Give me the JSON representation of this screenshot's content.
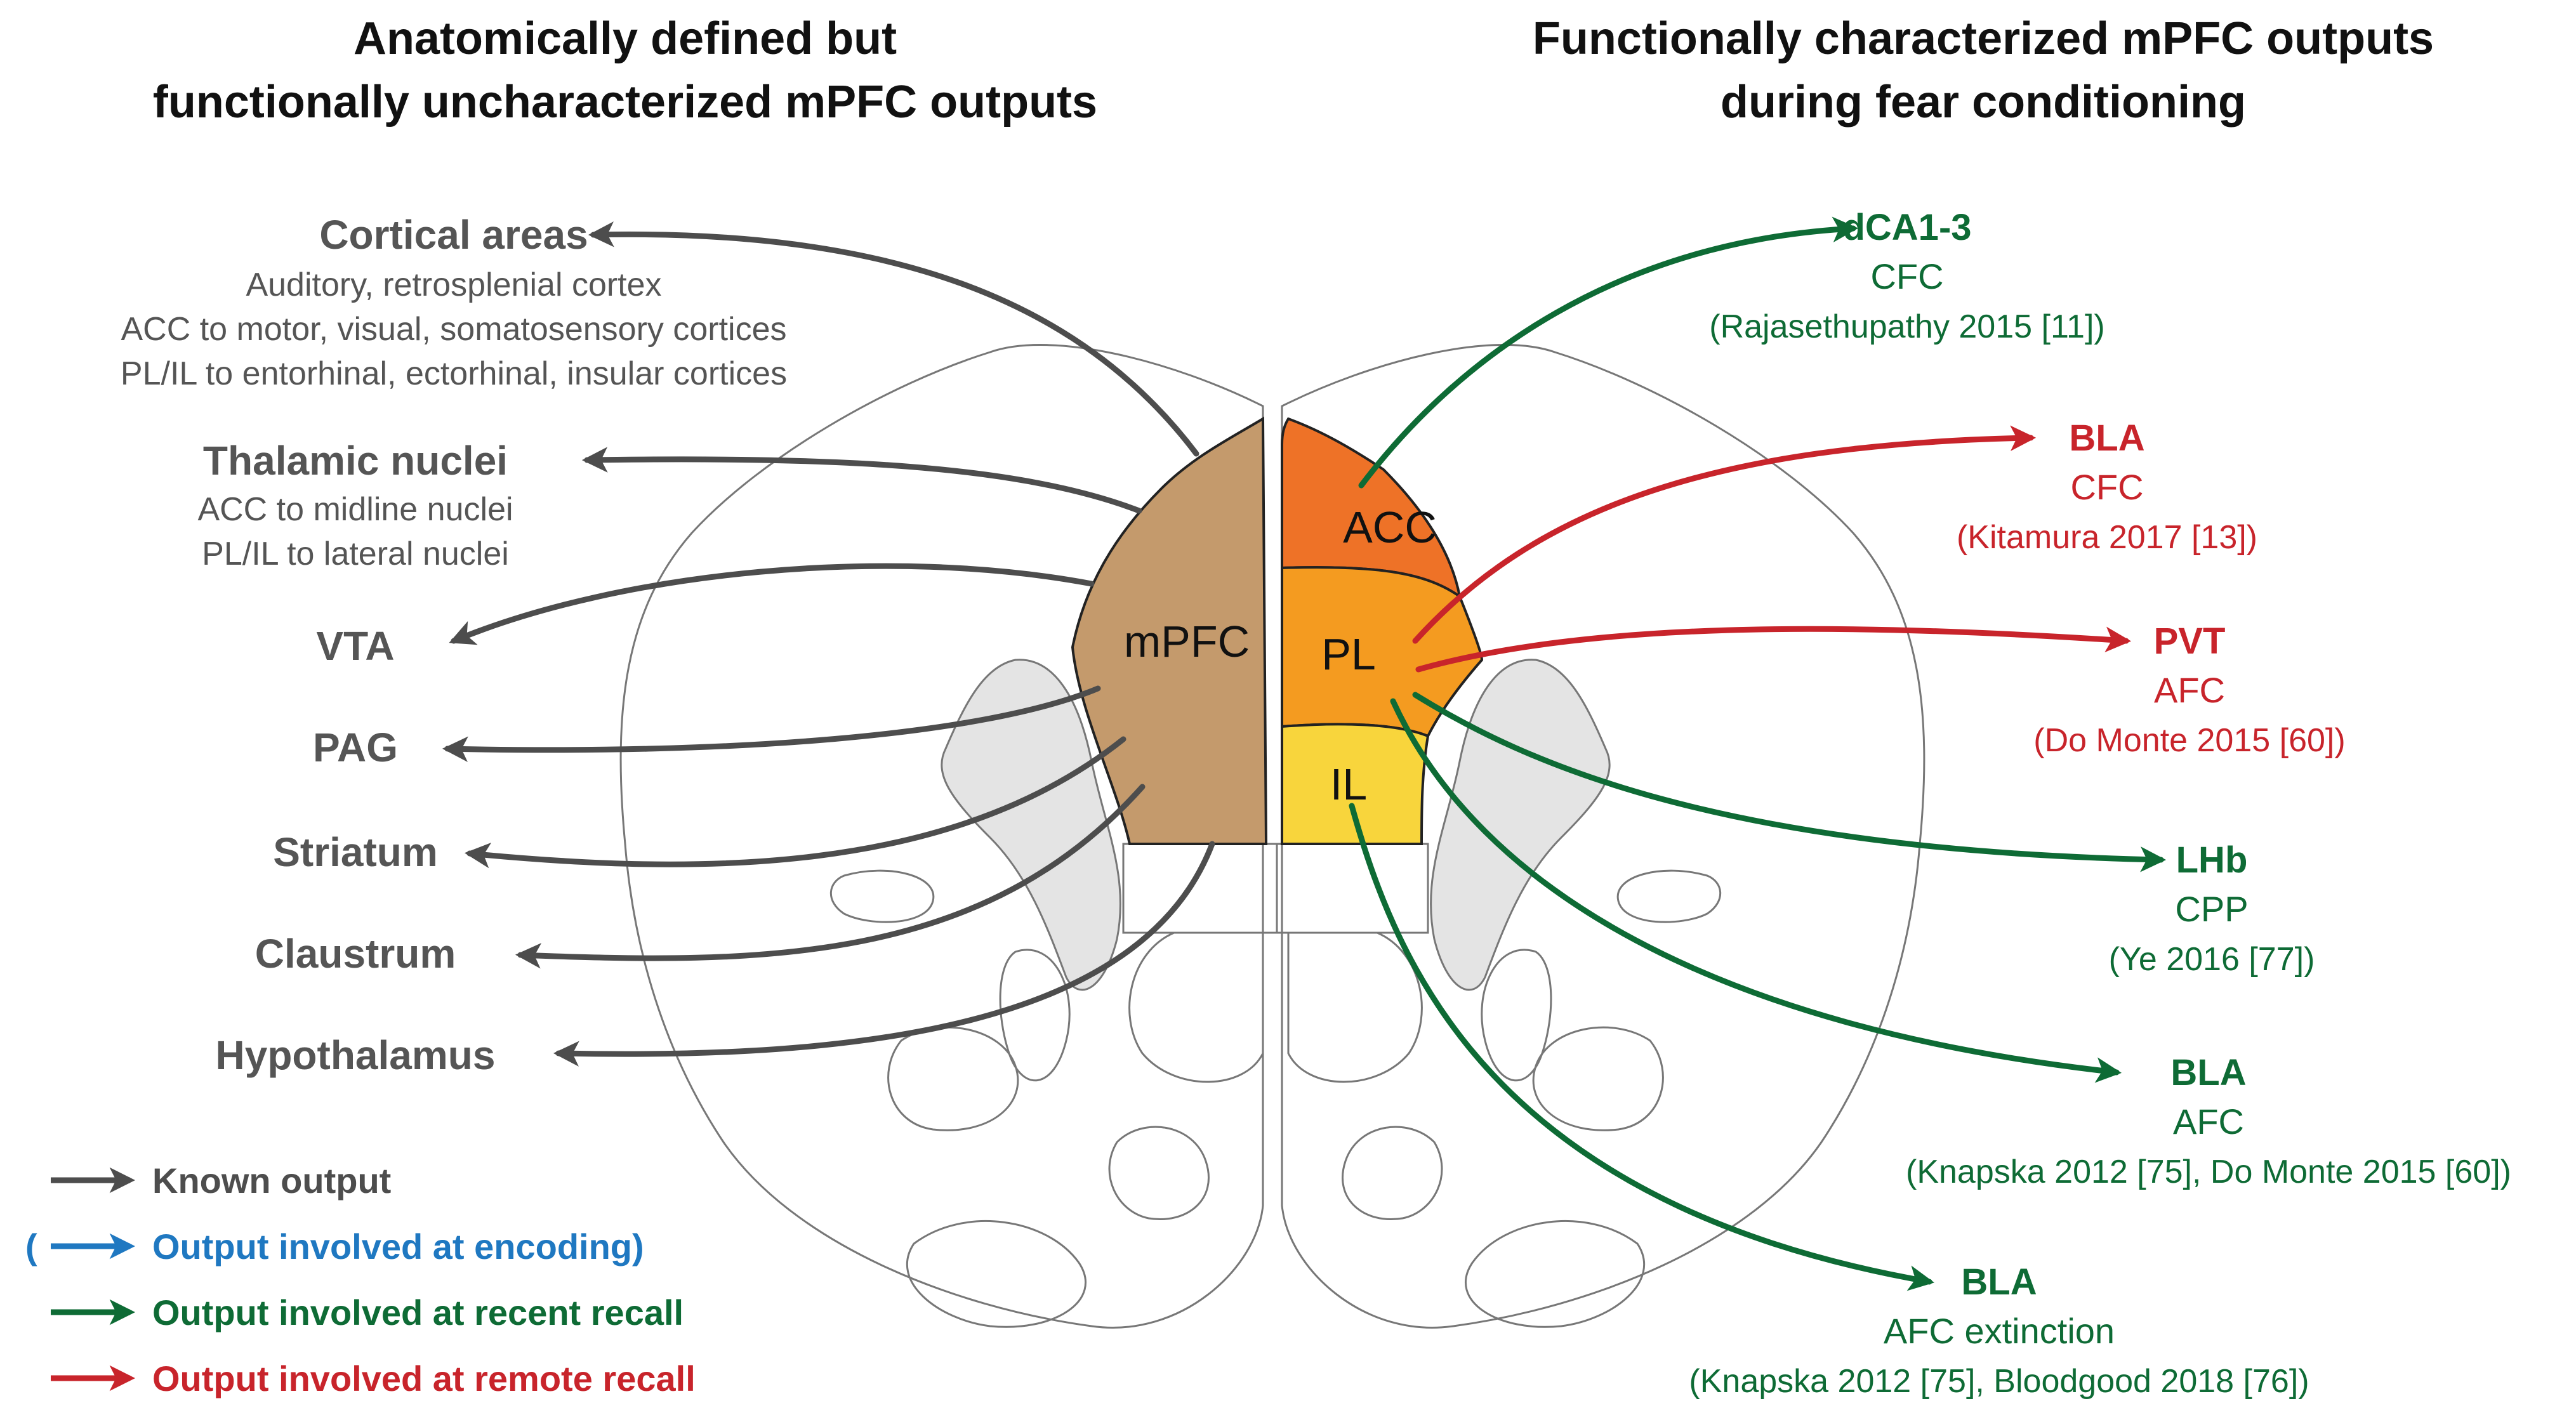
{
  "headers": {
    "left_line1": "Anatomically defined but",
    "left_line2": "functionally uncharacterized mPFC outputs",
    "right_line1": "Functionally characterized mPFC outputs",
    "right_line2": "during fear conditioning"
  },
  "regions": {
    "mpfc": "mPFC",
    "acc": "ACC",
    "pl": "PL",
    "il": "IL"
  },
  "left_outputs": [
    {
      "name": "Cortical areas",
      "details": [
        "Auditory, retrosplenial cortex",
        "ACC to motor, visual, somatosensory cortices",
        "PL/IL to entorhinal, ectorhinal, insular cortices"
      ]
    },
    {
      "name": "Thalamic nuclei",
      "details": [
        "ACC to midline nuclei",
        "PL/IL to lateral nuclei"
      ]
    },
    {
      "name": "VTA",
      "details": []
    },
    {
      "name": "PAG",
      "details": []
    },
    {
      "name": "Striatum",
      "details": []
    },
    {
      "name": "Claustrum",
      "details": []
    },
    {
      "name": "Hypothalamus",
      "details": []
    }
  ],
  "right_outputs": [
    {
      "name": "dCA1-3",
      "paradigm": "CFC",
      "ref": "(Rajasethupathy 2015 [11])",
      "type": "recent"
    },
    {
      "name": "BLA",
      "paradigm": "CFC",
      "ref": "(Kitamura 2017 [13])",
      "type": "remote"
    },
    {
      "name": "PVT",
      "paradigm": "AFC",
      "ref": "(Do Monte 2015 [60])",
      "type": "remote"
    },
    {
      "name": "LHb",
      "paradigm": "CPP",
      "ref": "(Ye 2016 [77])",
      "type": "recent"
    },
    {
      "name": "BLA",
      "paradigm": "AFC",
      "ref": "(Knapska 2012 [75], Do Monte 2015 [60])",
      "type": "recent"
    },
    {
      "name": "BLA",
      "paradigm": "AFC extinction",
      "ref": "(Knapska 2012 [75], Bloodgood 2018 [76])",
      "type": "recent"
    }
  ],
  "legend": [
    {
      "label": "Known output",
      "type": "known"
    },
    {
      "label": "(",
      "label_after": "Output involved at encoding)",
      "type": "encoding"
    },
    {
      "label": "Output involved at recent recall",
      "type": "recent"
    },
    {
      "label": "Output involved at remote recall",
      "type": "remote"
    }
  ],
  "colors": {
    "known": "#4d4d4d",
    "encoding": "#1f78c1",
    "recent": "#0e6b35",
    "remote": "#c8242b",
    "mpfc_fill": "#c49a6c",
    "acc_fill": "#ee7227",
    "pl_fill": "#f49b20",
    "il_fill": "#f8d53c",
    "gray_region": "#e4e4e4"
  }
}
